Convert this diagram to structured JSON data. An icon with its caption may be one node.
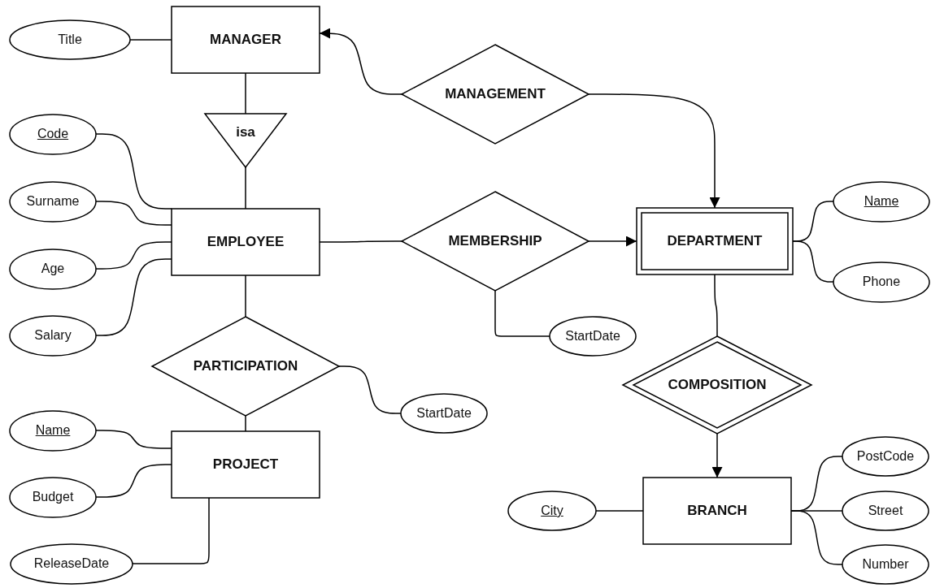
{
  "diagram": {
    "nodes": [
      {
        "text": [
          "MANAGER"
        ]
      },
      {
        "text": [
          "Title"
        ]
      },
      {
        "text": [
          "MANAGEMENT"
        ]
      },
      {
        "text": [
          "isa"
        ]
      },
      {
        "text": [
          "Code"
        ]
      },
      {
        "text": [
          "EMPLOYEE"
        ]
      },
      {
        "text": [
          "Surname"
        ]
      },
      {
        "text": [
          "Age"
        ]
      },
      {
        "text": [
          "Salary"
        ]
      },
      {
        "text": [
          "MEMBERSHIP"
        ]
      },
      {
        "text": [
          "DEPARTMENT"
        ]
      },
      {
        "text": [
          "Name"
        ]
      },
      {
        "text": [
          "Phone"
        ]
      },
      {
        "text": [
          "StartDate"
        ]
      },
      {
        "text": [
          "PARTICIPATION"
        ]
      },
      {
        "text": [
          "StartDate"
        ]
      },
      {
        "text": [
          "COMPOSITION"
        ]
      },
      {
        "text": [
          "PROJECT"
        ]
      },
      {
        "text": [
          "Name"
        ]
      },
      {
        "text": [
          "Budget"
        ]
      },
      {
        "text": [
          "ReleaseDate"
        ]
      },
      {
        "text": [
          "BRANCH"
        ]
      },
      {
        "text": [
          "City"
        ]
      },
      {
        "text": [
          "PostCode"
        ]
      },
      {
        "text": [
          "Street"
        ]
      },
      {
        "text": [
          "Number"
        ]
      }
    ],
    "edges": [
      {
        "from": 1,
        "to": 0,
        "arrow": "none"
      },
      {
        "from": 2,
        "to": 0,
        "arrow": "to"
      },
      {
        "from": 2,
        "to": 10,
        "arrow": "to"
      },
      {
        "from": 0,
        "to": 3,
        "arrow": "none"
      },
      {
        "from": 3,
        "to": 5,
        "arrow": "none"
      },
      {
        "from": 4,
        "to": 5,
        "arrow": "none"
      },
      {
        "from": 6,
        "to": 5,
        "arrow": "none"
      },
      {
        "from": 7,
        "to": 5,
        "arrow": "none"
      },
      {
        "from": 8,
        "to": 5,
        "arrow": "none"
      },
      {
        "from": 5,
        "to": 9,
        "arrow": "none"
      },
      {
        "from": 9,
        "to": 10,
        "arrow": "to"
      },
      {
        "from": 9,
        "to": 13,
        "arrow": "none"
      },
      {
        "from": 10,
        "to": 11,
        "arrow": "none"
      },
      {
        "from": 10,
        "to": 12,
        "arrow": "none"
      },
      {
        "from": 10,
        "to": 16,
        "arrow": "none"
      },
      {
        "from": 16,
        "to": 21,
        "arrow": "to"
      },
      {
        "from": 5,
        "to": 14,
        "arrow": "none"
      },
      {
        "from": 14,
        "to": 15,
        "arrow": "none"
      },
      {
        "from": 14,
        "to": 17,
        "arrow": "none"
      },
      {
        "from": 18,
        "to": 17,
        "arrow": "none"
      },
      {
        "from": 19,
        "to": 17,
        "arrow": "none"
      },
      {
        "from": 17,
        "to": 20,
        "arrow": "none"
      },
      {
        "from": 22,
        "to": 21,
        "arrow": "none"
      },
      {
        "from": 21,
        "to": 23,
        "arrow": "none"
      },
      {
        "from": 21,
        "to": 24,
        "arrow": "none"
      },
      {
        "from": 21,
        "to": 25,
        "arrow": "none"
      }
    ]
  }
}
